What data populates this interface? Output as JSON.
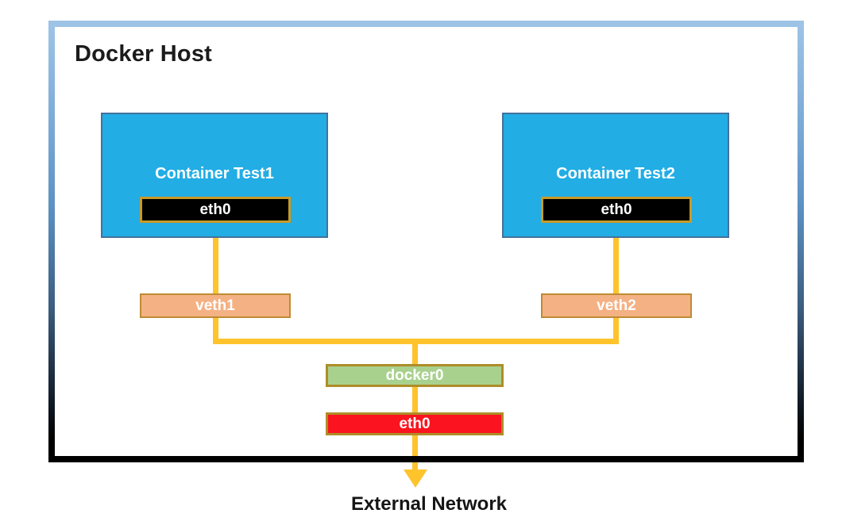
{
  "host": {
    "title": "Docker Host"
  },
  "containers": [
    {
      "name": "Container Test1",
      "iface": "eth0"
    },
    {
      "name": "Container Test2",
      "iface": "eth0"
    }
  ],
  "veths": [
    {
      "label": "veth1"
    },
    {
      "label": "veth2"
    }
  ],
  "bridge": {
    "label": "docker0"
  },
  "host_iface": {
    "label": "eth0"
  },
  "external": {
    "label": "External Network"
  },
  "colors": {
    "container_fill": "#22ADE4",
    "container_border": "#44719B",
    "iface_fill": "#000000",
    "iface_border": "#C79A27",
    "veth_fill": "#F4B183",
    "veth_border": "#BE8B35",
    "bridge_fill": "#A9D18E",
    "bridge_border": "#AE8D28",
    "host_iface_fill": "#FB141F",
    "connector": "#FFC32B",
    "frame_gradient_top": "#9DC3E6",
    "frame_gradient_bottom": "#000000"
  }
}
